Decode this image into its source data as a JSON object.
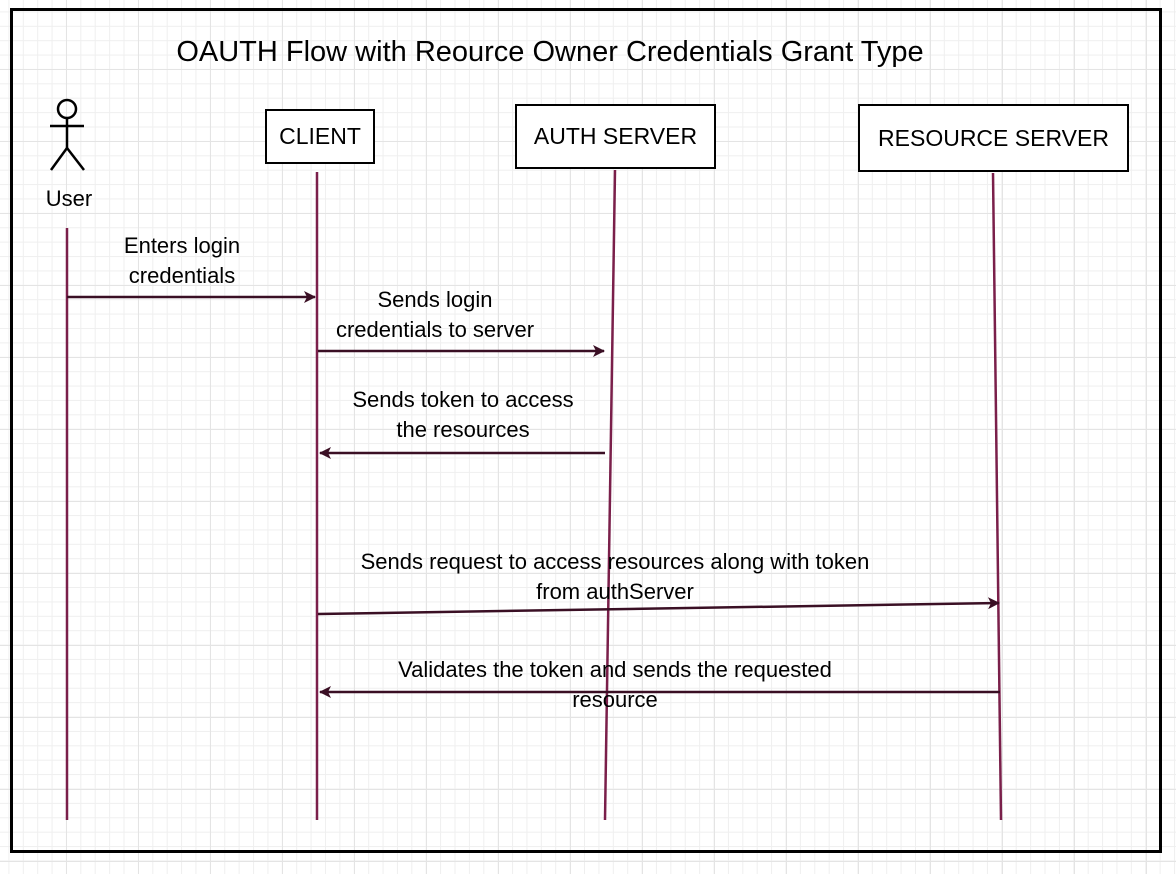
{
  "title": "OAUTH Flow with Reource Owner Credentials Grant Type",
  "actor": {
    "label": "User",
    "icon": "stick-figure-icon"
  },
  "participants": [
    {
      "label": "CLIENT"
    },
    {
      "label": "AUTH SERVER"
    },
    {
      "label": "RESOURCE SERVER"
    }
  ],
  "messages": [
    {
      "from": "User",
      "to": "CLIENT",
      "line1": "Enters login",
      "line2": "credentials"
    },
    {
      "from": "CLIENT",
      "to": "AUTH SERVER",
      "line1": "Sends login",
      "line2": "credentials to server"
    },
    {
      "from": "AUTH SERVER",
      "to": "CLIENT",
      "line1": "Sends token to access",
      "line2": "the resources"
    },
    {
      "from": "CLIENT",
      "to": "RESOURCE SERVER",
      "line1": "Sends request to access resources along with token",
      "line2": "from authServer"
    },
    {
      "from": "RESOURCE SERVER",
      "to": "CLIENT",
      "line1": "Validates the token and sends the requested",
      "line2": "resource"
    }
  ],
  "colors": {
    "lifeline": "#7a1f4a",
    "arrow": "#3a0f24",
    "frame": "#000000"
  }
}
